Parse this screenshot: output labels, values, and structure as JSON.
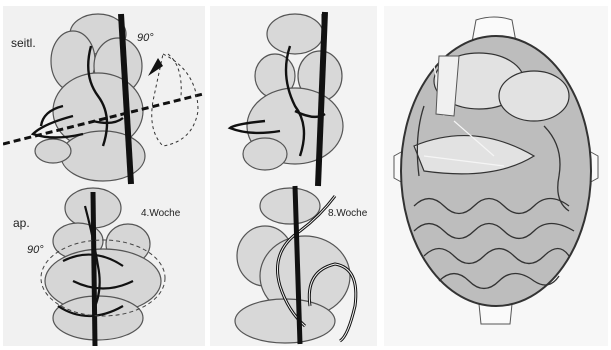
{
  "figure": {
    "panel_1": {
      "label_lateral": "seitl.",
      "label_rotation_top": "90°",
      "label_ap": "ap.",
      "label_rotation_bottom": "90°",
      "label_week": "4.Woche"
    },
    "panel_2": {
      "label_week": "8.Woche"
    },
    "panel_3": {}
  }
}
